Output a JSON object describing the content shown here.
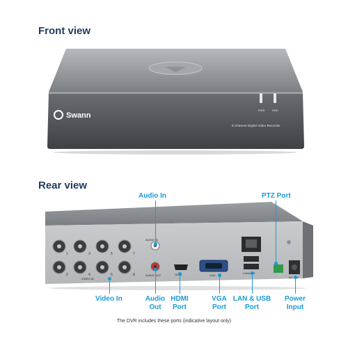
{
  "front": {
    "heading": "Front view",
    "brand": "Swann",
    "subtitle": "8 Channel Digital Video Recorder",
    "indicators": [
      "PWR",
      "HDD"
    ]
  },
  "rear": {
    "heading": "Rear view",
    "port_marks": {
      "video_in": "VIDEO  IN",
      "audio_in": "AUDIO IN",
      "audio_out": "AUDIO OUT",
      "hdmi": "HDMI",
      "vga": "VGA",
      "lan_usb": "LAN/USB",
      "dc": "DC 12V"
    },
    "bnc_numbers": [
      "1",
      "3",
      "5",
      "7",
      "2",
      "4",
      "6",
      "8"
    ],
    "labels": {
      "audio_in": "Audio In",
      "ptz_port": "PTZ Port",
      "video_in": "Video In",
      "audio_out": "Audio Out",
      "hdmi_port": "HDMI Port",
      "vga_port": "VGA Port",
      "lan_usb_port": "LAN & USB Port",
      "power_input": "Power Input"
    }
  },
  "footnote": "The DVR includes these ports (indicative layout only)",
  "colors": {
    "heading": "#1e3a5c",
    "callout": "#1a9ad6",
    "unit_top": "#8a8d92",
    "unit_front": "#55585d"
  }
}
